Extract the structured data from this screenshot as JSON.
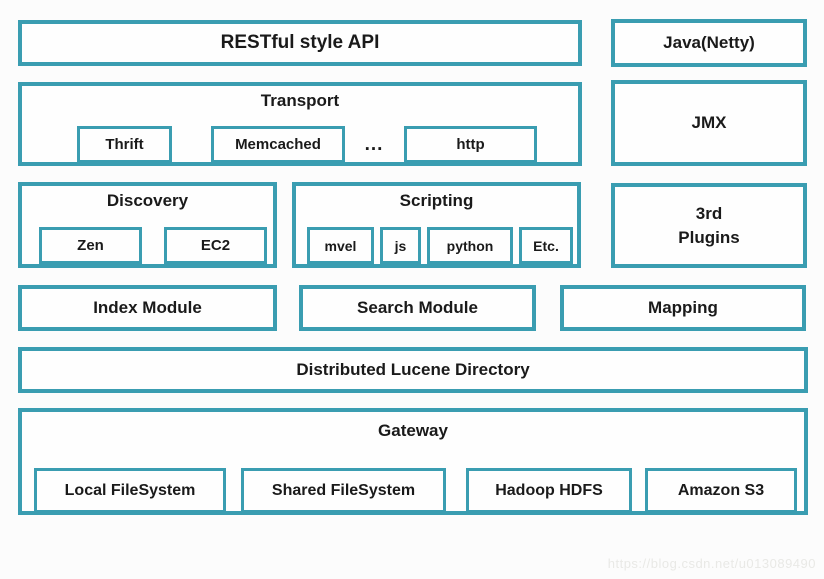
{
  "colors": {
    "border": "#3A9DB1",
    "text": "#1A1A1A",
    "background": "#FCFCFC",
    "watermark": "#E9E9E6"
  },
  "diagram": {
    "restful_api": {
      "label": "RESTful style API"
    },
    "java_netty": {
      "label": "Java(Netty)"
    },
    "transport": {
      "title": "Transport",
      "ellipsis": "...",
      "items": [
        "Thrift",
        "Memcached",
        "http"
      ]
    },
    "jmx": {
      "label": "JMX"
    },
    "discovery": {
      "title": "Discovery",
      "items": [
        "Zen",
        "EC2"
      ]
    },
    "scripting": {
      "title": "Scripting",
      "items": [
        "mvel",
        "js",
        "python",
        "Etc."
      ]
    },
    "third_party_plugins": {
      "line1": "3rd",
      "line2": "Plugins"
    },
    "index_module": {
      "label": "Index Module"
    },
    "search_module": {
      "label": "Search Module"
    },
    "mapping": {
      "label": "Mapping"
    },
    "lucene_directory": {
      "label": "Distributed Lucene Directory"
    },
    "gateway": {
      "title": "Gateway",
      "items": [
        "Local FileSystem",
        "Shared FileSystem",
        "Hadoop HDFS",
        "Amazon S3"
      ]
    }
  },
  "watermark": {
    "text": "https://blog.csdn.net/u013089490"
  }
}
